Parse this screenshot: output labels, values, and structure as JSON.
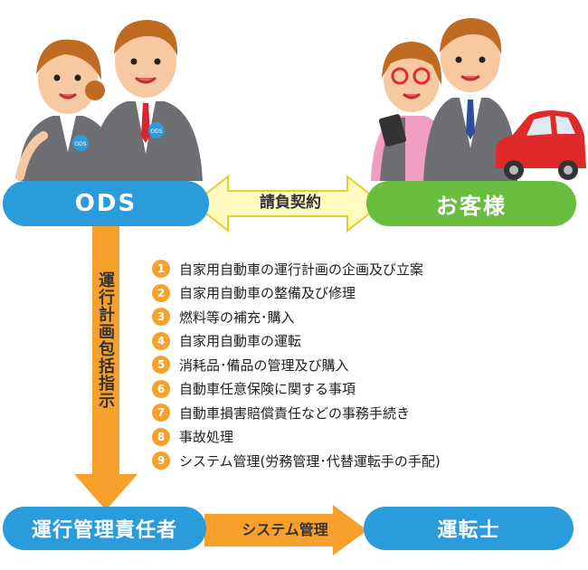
{
  "parties": {
    "ods": "ODS",
    "customer": "お客様"
  },
  "contract_label": "請負契約",
  "instruction_label": "運行計画包括指示",
  "duties": [
    {
      "num": "1",
      "text": "自家用自動車の運行計画の企画及び立案"
    },
    {
      "num": "2",
      "text": "自家用自動車の整備及び修理"
    },
    {
      "num": "3",
      "text": "燃料等の補充･購入"
    },
    {
      "num": "4",
      "text": "自家用自動車の運転"
    },
    {
      "num": "5",
      "text": "消耗品･備品の管理及び購入"
    },
    {
      "num": "6",
      "text": "自動車任意保険に関する事項"
    },
    {
      "num": "7",
      "text": "自動車損害賠償責任などの事務手続き"
    },
    {
      "num": "8",
      "text": "事故処理"
    },
    {
      "num": "9",
      "text": "システム管理(労務管理･代替運転手の手配)"
    }
  ],
  "bottom": {
    "manager": "運行管理責任者",
    "system_label": "システム管理",
    "driver": "運転士"
  },
  "badge_text": "ODS",
  "colors": {
    "blue": "#2a9bdb",
    "green": "#69be3f",
    "orange": "#f7a12c",
    "arrow_yellow": "#fefac0"
  }
}
